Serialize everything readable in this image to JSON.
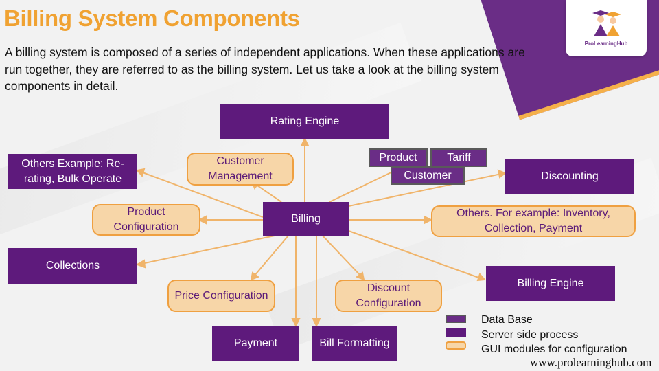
{
  "header": {
    "title": "Billing System Components",
    "intro": "A billing system is composed of a series of independent applications. When these applications are run together, they are referred to as the billing system. Let us take a look at the billing system components in detail."
  },
  "logo": {
    "text": "ProLearningHub"
  },
  "colors": {
    "title": "#f0a232",
    "purple": "#5e1a7c",
    "orange_fill": "#f7d6a8",
    "orange_border": "#efa041",
    "connector": "#f0b46a"
  },
  "diagram": {
    "rating_engine": "Rating Engine",
    "others_example": "Others Example: Re-rating, Bulk Operate",
    "customer_management": "Customer Management",
    "product": "Product",
    "tariff": "Tariff",
    "customer": "Customer",
    "discounting": "Discounting",
    "product_configuration": "Product Configuration",
    "billing": "Billing",
    "others_inventory": "Others. For example: Inventory, Collection, Payment",
    "collections": "Collections",
    "price_configuration": "Price Configuration",
    "discount_configuration": "Discount Configuration",
    "billing_engine": "Billing Engine",
    "payment": "Payment",
    "bill_formatting": "Bill Formatting"
  },
  "legend": {
    "items": [
      {
        "label": "Data Base",
        "color": "#6a2d86"
      },
      {
        "label": "Server side process",
        "color": "#5e1a7c"
      },
      {
        "label": "GUI modules for configuration",
        "color": "#f7d6a8"
      }
    ]
  },
  "footer": {
    "url": "www.prolearninghub.com"
  }
}
